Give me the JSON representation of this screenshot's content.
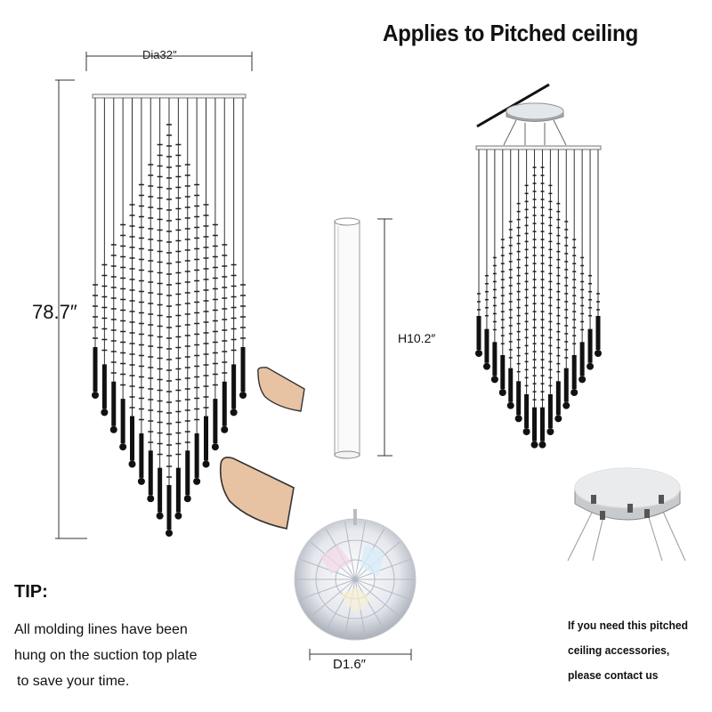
{
  "title": "Applies to Pitched ceiling",
  "dimensions": {
    "diameter": "Dia32″",
    "height": "78.7″",
    "rod_height": "H10.2″",
    "ball_diameter": "D1.6″"
  },
  "tip": {
    "heading": "TIP:",
    "lines": [
      "All molding lines have been",
      "hung on the suction top plate",
      "to save your time."
    ]
  },
  "contact": {
    "lines": [
      "If you need this pitched",
      "ceiling accessories,",
      "please contact us"
    ]
  },
  "icons": {
    "chandelier": "chandelier-diagram",
    "pitched_chandelier": "pitched-chandelier-diagram",
    "rod": "glass-rod-icon",
    "ball": "crystal-ball-icon",
    "canopy": "ceiling-canopy-icon",
    "finger": "finger-icon"
  }
}
